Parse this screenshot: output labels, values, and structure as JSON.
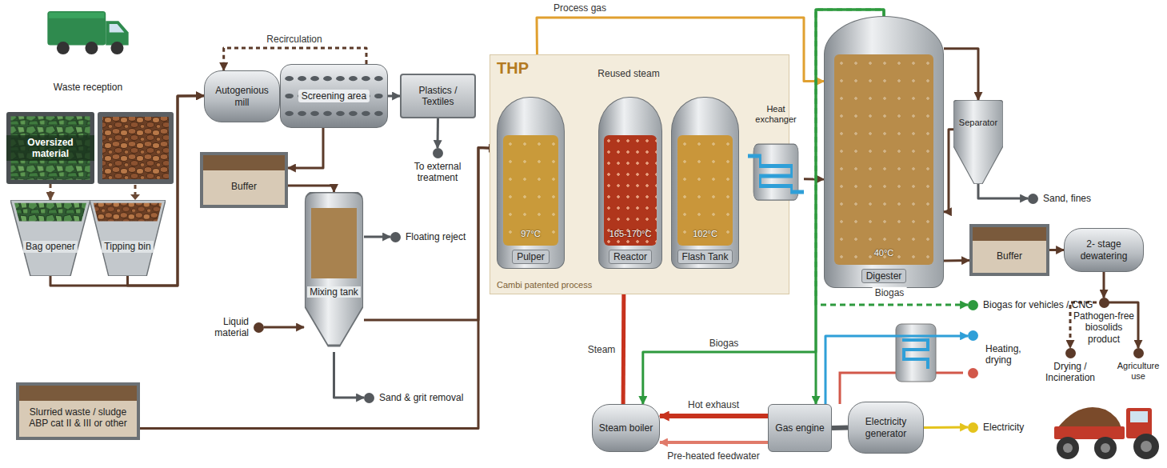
{
  "diagram": {
    "nodes": [
      {
        "text": [
          "Waste reception"
        ]
      },
      {
        "text": [
          "Oversized material"
        ]
      },
      {
        "text": [
          "Bag opener"
        ]
      },
      {
        "text": [
          "Tipping bin"
        ]
      },
      {
        "text": [
          "Autogenious mill"
        ]
      },
      {
        "text": [
          "Screening area"
        ]
      },
      {
        "text": [
          "Plastics / Textiles"
        ]
      },
      {
        "text": [
          "To external treatment"
        ]
      },
      {
        "text": [
          "Buffer"
        ]
      },
      {
        "text": [
          "Mixing tank"
        ]
      },
      {
        "text": [
          "Floating reject"
        ]
      },
      {
        "text": [
          "Liquid material"
        ]
      },
      {
        "text": [
          "Sand & grit removal"
        ]
      },
      {
        "text": [
          "Slurried waste / sludge ABP cat II & III or other"
        ]
      },
      {
        "text": [
          "THP",
          "Cambi patented process"
        ]
      },
      {
        "text": [
          "97°C",
          "Pulper"
        ],
        "in": 14
      },
      {
        "text": [
          "165-170°C",
          "Reactor"
        ],
        "in": 14
      },
      {
        "text": [
          "102°C",
          "Flash Tank"
        ],
        "in": 14
      },
      {
        "text": [
          "Heat exchanger"
        ]
      },
      {
        "text": [
          "40°C",
          "Digester"
        ]
      },
      {
        "text": [
          "Separator"
        ]
      },
      {
        "text": [
          "Sand, fines"
        ]
      },
      {
        "text": [
          "Buffer"
        ]
      },
      {
        "text": [
          "2- stage dewatering"
        ]
      },
      {
        "text": [
          "Biogas for vehicles / CNG"
        ]
      },
      {
        "text": [
          "Heating, drying"
        ]
      },
      {
        "text": [
          "Pathogen-free biosolids product"
        ]
      },
      {
        "text": [
          "Drying / Incineration"
        ]
      },
      {
        "text": [
          "Agriculture use"
        ]
      },
      {
        "text": [
          "Steam boiler"
        ]
      },
      {
        "text": [
          "Gas engine"
        ]
      },
      {
        "text": [
          "Electricity generator"
        ]
      },
      {
        "text": [
          "Electricity"
        ]
      }
    ],
    "edges": [
      {
        "from": 1,
        "to": 2,
        "arrow": "to"
      },
      {
        "from": 2,
        "to": 4,
        "arrow": "to"
      },
      {
        "from": 3,
        "to": 4,
        "arrow": "to"
      },
      {
        "from": 5,
        "to": 4,
        "label": "Recirculation",
        "arrow": "to"
      },
      {
        "from": 5,
        "to": 6,
        "arrow": "to"
      },
      {
        "from": 6,
        "to": 7,
        "arrow": "to"
      },
      {
        "from": 5,
        "to": 8,
        "arrow": "to"
      },
      {
        "from": 8,
        "to": 9,
        "arrow": "to"
      },
      {
        "from": 9,
        "to": 10,
        "arrow": "to"
      },
      {
        "from": 11,
        "to": 9,
        "arrow": "to"
      },
      {
        "from": 9,
        "to": 12,
        "arrow": "to"
      },
      {
        "from": 9,
        "to": 15,
        "arrow": "to"
      },
      {
        "from": 13,
        "to": 15,
        "arrow": "to"
      },
      {
        "from": 15,
        "to": 16,
        "arrow": "to"
      },
      {
        "from": 16,
        "to": 17,
        "arrow": "to"
      },
      {
        "from": 17,
        "to": 15,
        "label": "Reused steam",
        "arrow": "to"
      },
      {
        "from": 15,
        "to": 19,
        "label": "Process gas",
        "arrow": "to"
      },
      {
        "from": 17,
        "to": 18,
        "arrow": "to"
      },
      {
        "from": 18,
        "to": 19,
        "arrow": "to"
      },
      {
        "from": 19,
        "to": 20,
        "arrow": "to"
      },
      {
        "from": 20,
        "to": 21,
        "arrow": "to"
      },
      {
        "from": 20,
        "to": 19,
        "arrow": "to"
      },
      {
        "from": 19,
        "to": 22,
        "arrow": "to"
      },
      {
        "from": 22,
        "to": 23,
        "arrow": "to"
      },
      {
        "from": 23,
        "to": 26,
        "arrow": "to"
      },
      {
        "from": 26,
        "to": 27,
        "arrow": "to"
      },
      {
        "from": 26,
        "to": 28,
        "arrow": "to"
      },
      {
        "from": 19,
        "to": 24,
        "label": "Biogas",
        "arrow": "to"
      },
      {
        "from": 19,
        "to": 29,
        "label": "Biogas",
        "arrow": "to"
      },
      {
        "from": 19,
        "to": 30,
        "arrow": "to"
      },
      {
        "from": 29,
        "to": 16,
        "label": "Steam",
        "arrow": "to"
      },
      {
        "from": 30,
        "to": 29,
        "label": "Hot exhaust",
        "arrow": "to"
      },
      {
        "from": 30,
        "to": 29,
        "label": "Pre-heated feedwater",
        "arrow": "to"
      },
      {
        "from": 30,
        "to": 31,
        "arrow": "none"
      },
      {
        "from": 31,
        "to": 32,
        "arrow": "to"
      },
      {
        "from": 30,
        "to": 25,
        "arrow": "to"
      }
    ]
  }
}
